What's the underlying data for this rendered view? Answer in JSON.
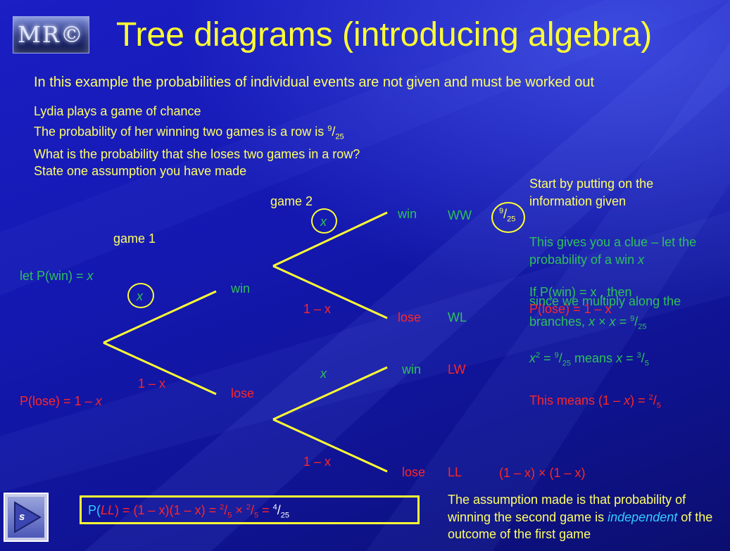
{
  "logo": {
    "text": "MR©"
  },
  "header": {
    "title": "Tree diagrams (introducing algebra)"
  },
  "intro": "In this example the probabilities of individual events are not given and must be worked out",
  "problem": [
    "Lydia plays a game of chance",
    "The probability of her winning two games is a row is ",
    "What is the probability that she loses two games in a row?",
    "State one assumption you have made"
  ],
  "tree": {
    "game1_label": "game 1",
    "game2_label": "game 2",
    "let_prefix": "let P(win) = ",
    "var": "x",
    "plose_prefix": "P(lose) = 1 – ",
    "one_minus_x": "1 – x",
    "win": "win",
    "lose": "lose",
    "outcomes": [
      "WW",
      "WL",
      "LW",
      "LL"
    ],
    "ll_product": "(1 – x) × (1 – x)"
  },
  "notes": {
    "n1": "Start by putting on the information given",
    "n2_prefix": "This gives you a clue – let the probability of a win ",
    "n3a": "since we multiply along the branches, ",
    "n3b": "If P(win) = x , then",
    "n3c": "P(lose) = 1 – x",
    "n4_suffix": " means ",
    "n5_prefix": "This means (1 – ",
    "n5_mid": ") = "
  },
  "fractions": {
    "nine_25": {
      "num": "9",
      "den": "25"
    },
    "three_5": {
      "num": "3",
      "den": "5"
    },
    "two_5": {
      "num": "2",
      "den": "5"
    },
    "four_25": {
      "num": "4",
      "den": "25"
    }
  },
  "result": {
    "p_prefix": "P(",
    "ll": "LL",
    "equals": ") = (1 – x)(1 – x) = "
  },
  "assumption": {
    "before": "The assumption made is that probability of winning the second game is ",
    "keyword": "independent",
    "after": " of the outcome of the first game"
  },
  "nav": {
    "button_label": "s"
  },
  "colors": {
    "yellow": "#ffff33",
    "green": "#2ec05a",
    "red": "#ff2626",
    "cyan": "#33ccff",
    "background": "#1418b0"
  }
}
